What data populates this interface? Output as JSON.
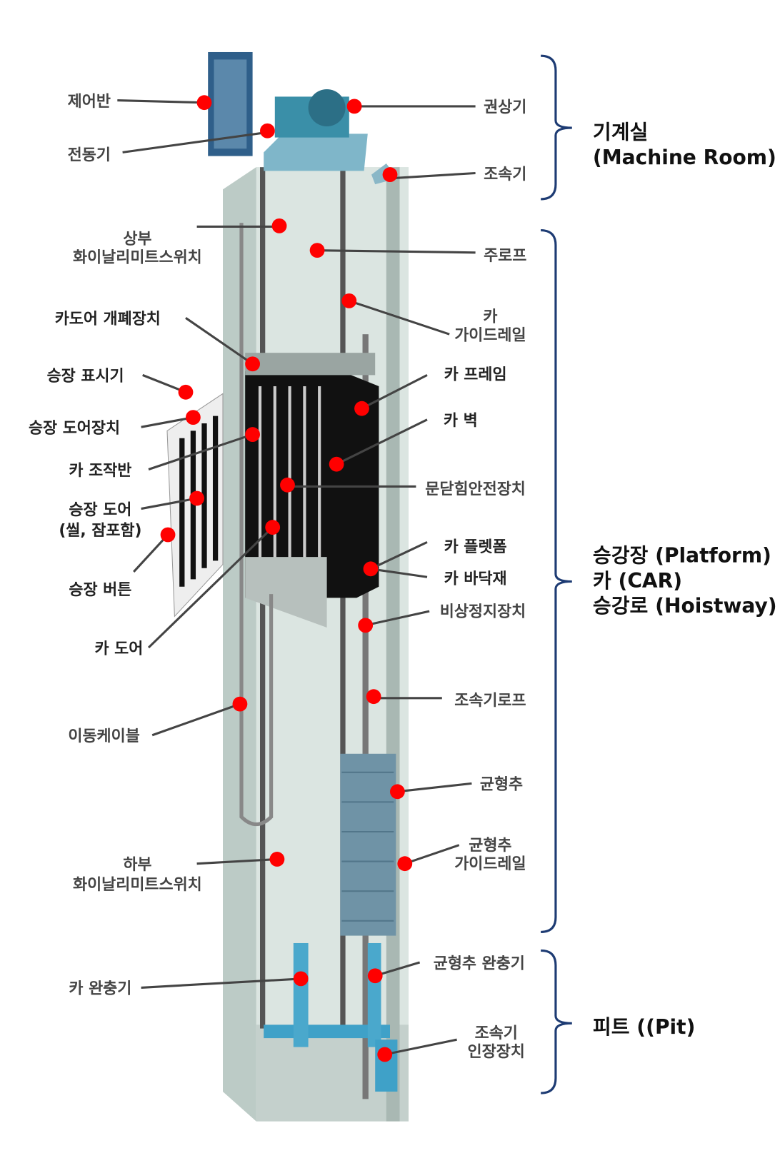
{
  "left_labels": {
    "control_panel": "제어반",
    "motor": "전동기",
    "upper_limit_1": "상부",
    "upper_limit_2": "화이날리미트스위치",
    "car_door_operator": "카도어 개폐장치",
    "hall_indicator": "승장 표시기",
    "hall_door_device": "승장 도어장치",
    "car_operating_panel": "카 조작반",
    "hall_door_1": "승장 도어",
    "hall_door_2": "(씰, 잠포함)",
    "hall_button": "승장 버튼",
    "car_door": "카 도어",
    "travel_cable": "이동케이블",
    "lower_limit_1": "하부",
    "lower_limit_2": "화이날리미트스위치",
    "car_buffer": "카 완충기"
  },
  "right_labels": {
    "traction_machine": "권상기",
    "governor": "조속기",
    "main_rope": "주로프",
    "car_guide_rail_1": "카",
    "car_guide_rail_2": "가이드레일",
    "car_frame": "카 프레임",
    "car_wall": "카 벽",
    "door_safety": "문닫힘안전장치",
    "car_platform": "카 플렛폼",
    "car_floor": "카 바닥재",
    "safety_gear": "비상정지장치",
    "governor_rope": "조속기로프",
    "counterweight": "균형추",
    "cw_guide_rail_1": "균형추",
    "cw_guide_rail_2": "가이드레일",
    "cw_buffer": "균형추  완충기",
    "tension_1": "조속기",
    "tension_2": "인장장치"
  },
  "sections": {
    "machine_room_1": "기계실",
    "machine_room_2": "(Machine Room)",
    "platform_1": "승강장 (Platform)",
    "platform_2": "카 (CAR)",
    "platform_3": "승강로 (Hoistway)",
    "pit": "피트 ((Pit)"
  },
  "colors": {
    "marker": "#ff0000",
    "bracket": "#1d3b73",
    "shaft": "#c9d6d2"
  }
}
